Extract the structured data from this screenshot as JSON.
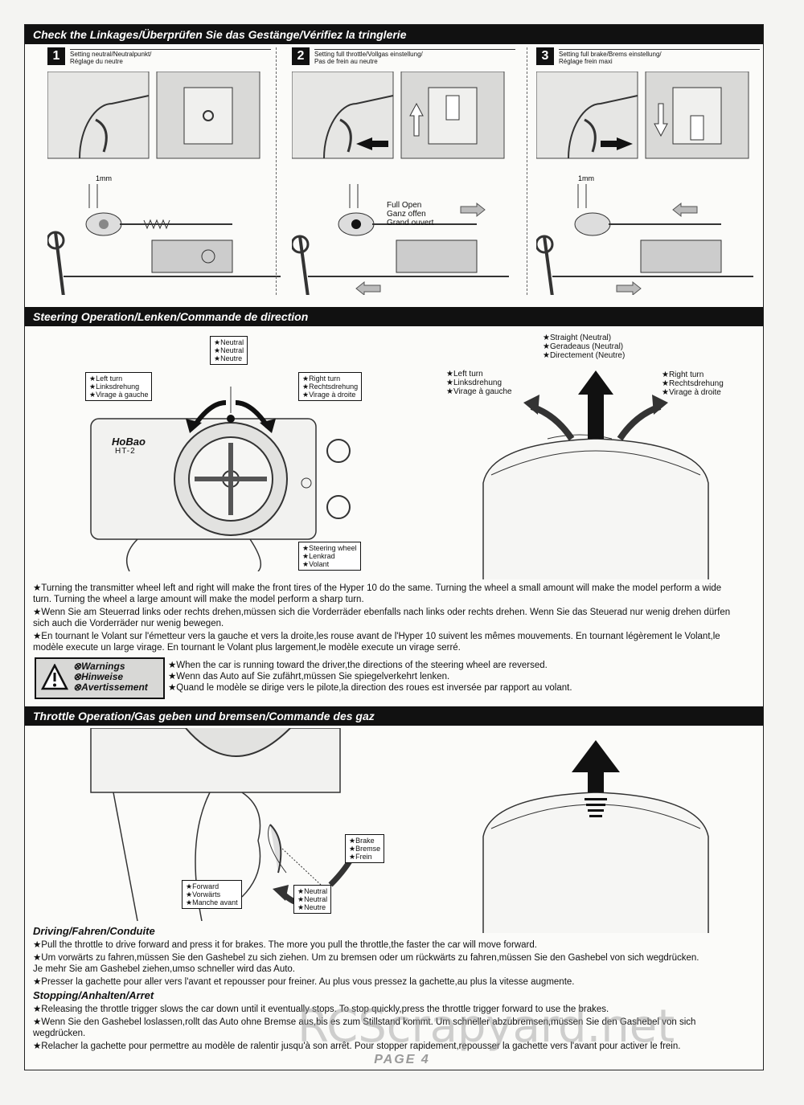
{
  "sections": {
    "linkages": "Check the Linkages/Überprüfen Sie das Gestänge/Vérifiez la tringlerie",
    "steering": "Steering Operation/Lenken/Commande de direction",
    "throttle": "Throttle Operation/Gas geben und bremsen/Commande des gaz"
  },
  "steps": [
    {
      "num": "1",
      "title1": "Setting neutral/Neutralpunkt/",
      "title2": "Réglage du neutre",
      "gap": "1mm"
    },
    {
      "num": "2",
      "title1": "Setting full throttle/Vollgas einstellung/",
      "title2": "Pas de frein au neutre",
      "full1": "Full Open",
      "full2": "Ganz offen",
      "full3": "Grand ouvert"
    },
    {
      "num": "3",
      "title1": "Setting full brake/Brems einstellung/",
      "title2": "Réglage frein maxi",
      "gap": "1mm"
    }
  ],
  "steering_labels": {
    "neutral": [
      "★Neutral",
      "★Neutral",
      "★Neutre"
    ],
    "left": [
      "★Left turn",
      "★Linksdrehung",
      "★Virage à gauche"
    ],
    "right": [
      "★Right turn",
      "★Rechtsdrehung",
      "★Virage à droite"
    ],
    "wheel": [
      "★Steering wheel",
      "★Lenkrad",
      "★Volant"
    ],
    "straight": [
      "★Straight (Neutral)",
      "★Geradeaus (Neutral)",
      "★Directement (Neutre)"
    ],
    "brand": "HoBao",
    "model": "HT-2"
  },
  "steering_text": [
    "★Turning the transmitter wheel left and right will make the front tires of the Hyper 10 do the same. Turning the wheel a small amount will make the model perform a wide turn. Turning the wheel a large amount will make the model perform a sharp turn.",
    "★Wenn Sie am Steuerrad links oder rechts drehen,müssen sich die Vorderräder ebenfalls nach links oder rechts drehen. Wenn Sie das Steuerad nur wenig drehen dürfen sich auch die Vorderräder nur wenig bewegen.",
    "★En tournant le Volant sur l'émetteur vers la gauche et vers la droite,les rouse avant de l'Hyper 10 suivent les mêmes mouvements. En tournant légèrement le Volant,le modèle execute un large virage. En tournant le Volant plus largement,le modèle execute un virage serré."
  ],
  "warnings": {
    "labels": [
      "Warnings",
      "Hinweise",
      "Avertissement"
    ],
    "text": [
      "★When the car is running toward the driver,the directions of the steering wheel are reversed.",
      "★Wenn das Auto auf Sie zufährt,müssen Sie spiegelverkehrt lenken.",
      "★Quand le modèle se dirige vers le pilote,la direction des roues est inversée par rapport au volant."
    ]
  },
  "throttle_labels": {
    "brake": [
      "★Brake",
      "★Bremse",
      "★Frein"
    ],
    "forward": [
      "★Forward",
      "★Vorwärts",
      "★Manche avant"
    ],
    "neutral": [
      "★Neutral",
      "★Neutral",
      "★Neutre"
    ]
  },
  "driving": {
    "title": "Driving/Fahren/Conduite",
    "text": [
      "★Pull the throttle to drive forward and press it for brakes. The more you pull the throttle,the faster the car will move forward.",
      "★Um vorwärts zu fahren,müssen Sie den Gashebel zu sich ziehen. Um zu bremsen oder um rückwärts zu fahren,müssen Sie den Gashebel von sich wegdrücken. Je mehr Sie am Gashebel ziehen,umso schneller wird das Auto.",
      "★Presser la gachette pour aller vers l'avant et repousser pour freiner. Au plus vous pressez la gachette,au plus la vitesse augmente."
    ]
  },
  "stopping": {
    "title": "Stopping/Anhalten/Arret",
    "text": [
      "★Releasing the throttle trigger slows the car down until it eventually stops. To stop quickly,press the throttle trigger forward to use the brakes.",
      "★Wenn Sie den Gashebel loslassen,rollt das Auto ohne Bremse aus,bis es zum Stillstand kommt. Um schneller abzubremsen,müssen Sie den Gashebel von sich wegdrücken.",
      "★Relacher la gachette pour permettre au modèle de ralentir jusqu'à son arrêt. Pour stopper rapidement,repousser la gachette vers l'avant pour activer le frein."
    ]
  },
  "page": "PAGE 4",
  "watermark": "RCScrapyard.net"
}
